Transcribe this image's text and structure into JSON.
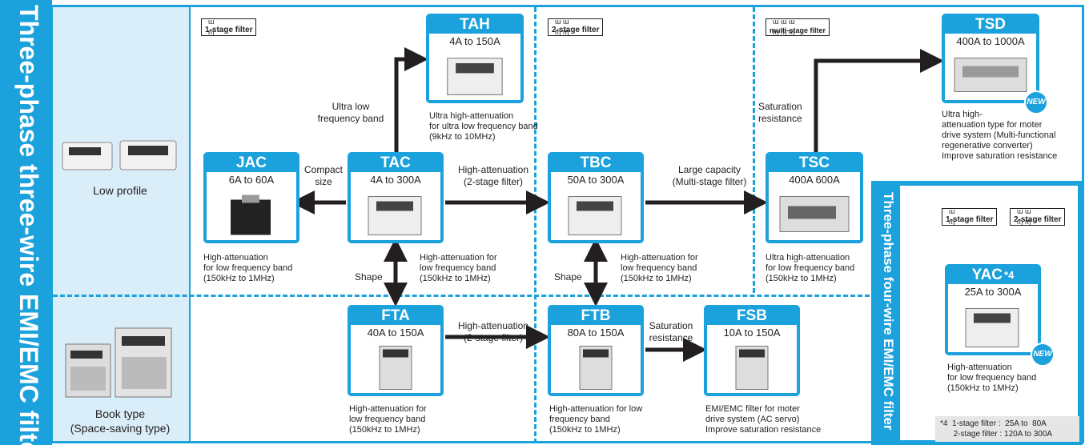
{
  "side_title": "Three-phase three-wire EMI/EMC filter",
  "right_title": "Three-phase four-wire EMI/EMC filter",
  "categories": {
    "low_profile": "Low profile",
    "book_type_line1": "Book type",
    "book_type_line2": "(Space-saving type)"
  },
  "stages": {
    "one": "1-stage filter",
    "two": "2-stage filter",
    "multi": "multi-stage filter"
  },
  "coil_symbols": {
    "one_top": "ɯ",
    "one_bottom": "ɱ",
    "two_top": "ɯ ɯ",
    "two_bottom": "ɱ ɱ",
    "multi_top": "ɯ ɯ ɯ",
    "multi_bottom": "ɱ ɱ ɱ"
  },
  "products": {
    "jac": {
      "name": "JAC",
      "range": "6A to 60A",
      "desc": [
        "High-attenuation",
        "for low frequency band",
        "(150kHz to 1MHz)"
      ]
    },
    "tac": {
      "name": "TAC",
      "range": "4A to 300A"
    },
    "tah": {
      "name": "TAH",
      "range": "4A to 150A",
      "desc": [
        "Ultra high-attenuation",
        "for ultra low frequency band",
        "(9kHz to 10MHz)"
      ]
    },
    "tbc": {
      "name": "TBC",
      "range": "50A to 300A",
      "desc": [
        "High-attenuation for",
        "low frequency band",
        "(150kHz to 1MHz)"
      ]
    },
    "tsc": {
      "name": "TSC",
      "range": "400A  600A",
      "desc": [
        "Ultra high-attenuation",
        "for low frequency band",
        "(150kHz to 1MHz)"
      ]
    },
    "tsd": {
      "name": "TSD",
      "range": "400A to 1000A",
      "desc": [
        "Ultra high-",
        "attenuation type for moter",
        "drive system (Multi-functional",
        "regenerative converter)",
        "Improve saturation resistance"
      ]
    },
    "fta": {
      "name": "FTA",
      "range": "40A to 150A",
      "desc": [
        "High-attenuation for",
        "low frequency band",
        "(150kHz to 1MHz)"
      ]
    },
    "ftb": {
      "name": "FTB",
      "range": "80A to 150A",
      "desc": [
        "High-attenuation for low",
        "frequency band",
        "(150kHz to 1MHz)"
      ]
    },
    "fsb": {
      "name": "FSB",
      "range": "10A to 150A",
      "desc": [
        "EMI/EMC filter for moter",
        "drive system (AC servo)",
        "Improve saturation resistance"
      ]
    },
    "yac": {
      "name": "YAC",
      "note_mark": "*4",
      "range": "25A to 300A",
      "desc": [
        "High-attenuation",
        "for low frequency band",
        "(150kHz to 1MHz)"
      ]
    }
  },
  "tac_desc": [
    "High-attenuation for",
    "low frequency band",
    "(150kHz to 1MHz)"
  ],
  "new_badge": "NEW",
  "arrow_labels": {
    "ultra_low_l1": "Ultra low",
    "ultra_low_l2": "frequency band",
    "compact_l1": "Compact",
    "compact_l2": "size",
    "high_att_l1": "High-attenuation",
    "high_att_l2": "(2-stage filter)",
    "large_l1": "Large capacity",
    "large_l2": "(Multi-stage filter)",
    "saturation_l1": "Saturation",
    "saturation_l2": "resistance",
    "shape": "Shape",
    "high_att2_l1": "High-attenuation",
    "high_att2_l2": "(2-stage filter)",
    "sat2_l1": "Saturation",
    "sat2_l2": "resistance"
  },
  "footnote": "*4  1-stage filter :  25A to  80A\n      2-stage filter : 120A to 300A",
  "colors": {
    "accent": "#1ba1dc",
    "panel": "#d9eef9"
  }
}
